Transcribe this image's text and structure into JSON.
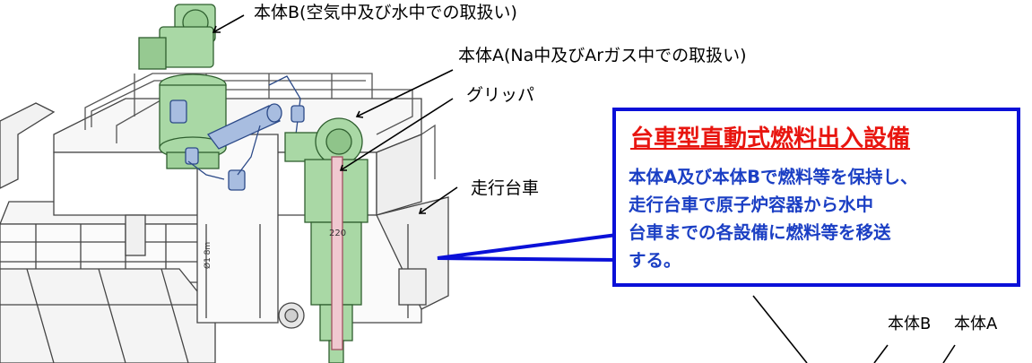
{
  "labels": {
    "body_b_desc": "本体B(空気中及び水中での取扱い)",
    "body_a_desc": "本体A(Na中及びArガス中での取扱い)",
    "gripper": "グリッパ",
    "trolley": "走行台車",
    "body_b_small": "本体B",
    "body_a_small": "本体A"
  },
  "callout": {
    "title": "台車型直動式燃料出入設備",
    "lines": [
      "本体A及び本体Bで燃料等を保持し、",
      "走行台車で原子炉容器から水中",
      "台車までの各設備に燃料等を移送",
      "する。"
    ]
  },
  "drawing": {
    "dimension_text": "220",
    "side_text": "Ø1 8m"
  },
  "colors": {
    "callout_border": "#0a10d8",
    "title": "#e8150f",
    "body_text": "#1b3fc4",
    "green": "#a9d8a5",
    "blue": "#a8bde0"
  }
}
